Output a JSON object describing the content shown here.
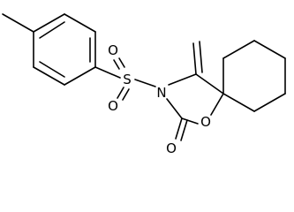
{
  "molecule": {
    "atoms": {
      "sulfur": "S",
      "sulfonyl_oxygen_top": "O",
      "sulfonyl_oxygen_bottom": "O",
      "ring_nitrogen": "N",
      "carbonyl_oxygen": "O",
      "ring_oxygen": "O"
    }
  },
  "colors": {
    "bond": "#000000",
    "label": "#000000",
    "background": "#ffffff"
  }
}
